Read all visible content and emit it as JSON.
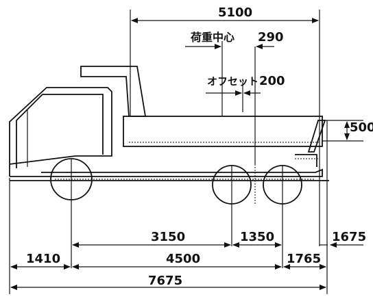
{
  "dimensions": {
    "body_length": "5100",
    "load_center_label": "荷重中心",
    "load_center_value": "290",
    "offset_label": "オフセット",
    "offset_value": "200",
    "gate_height": "500",
    "front_axle_to_rear1": "3150",
    "rear_axle_spacing": "1350",
    "rear_overhang_body": "1675",
    "front_overhang": "1410",
    "wheelbase": "4500",
    "rear_overhang": "1765",
    "overall_length": "7675"
  }
}
